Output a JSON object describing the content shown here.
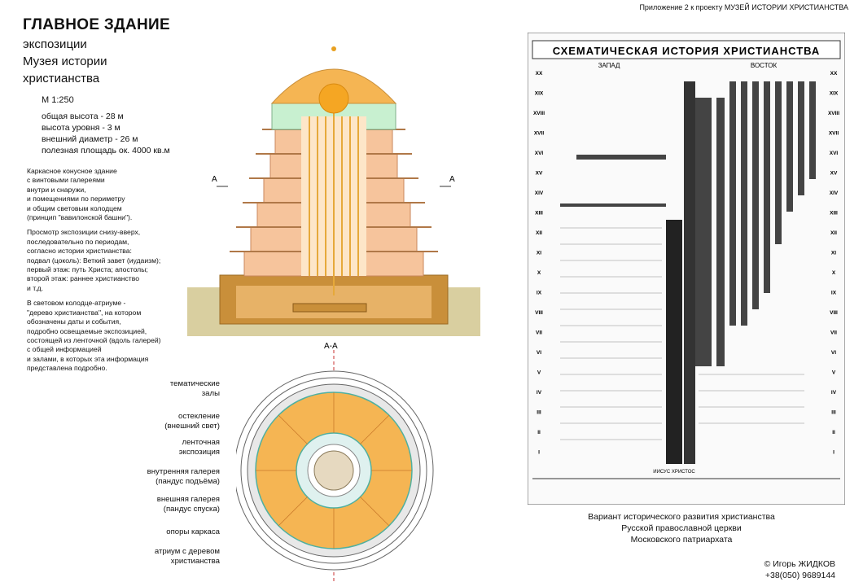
{
  "header": {
    "title": "ГЛАВНОЕ ЗДАНИЕ",
    "subtitle_lines": [
      "экспозиции",
      "Музея истории",
      "христианства"
    ]
  },
  "specs": {
    "scale": "М 1:250",
    "lines": [
      "общая высота - 28 м",
      "высота уровня - 3 м",
      "внешний диаметр - 26 м",
      "полезная площадь ок. 4000 кв.м"
    ]
  },
  "description": {
    "p1": [
      "Каркасное конусное здание",
      "с винтовыми галереями",
      "внутри и снаружи,",
      "и помещениями по периметру",
      "и общим световым колодцем",
      "(принцип \"вавилонской башни\")."
    ],
    "p2": [
      "Просмотр экспозиции снизу-вверх,",
      "последовательно по периодам,",
      "согласно истории христианства:",
      "подвал (цоколь): Веткий завет (иудаизм);",
      "первый этаж: путь Христа; апостолы;",
      "второй этаж: раннее христианство",
      "и т.д."
    ],
    "p3": [
      "В световом колодце-атриуме -",
      "\"дерево христианства\", на котором",
      "обозначены даты и события,",
      "подробно освещаемые экспозицией,",
      "состоящей из ленточной (вдоль галерей)",
      "с общей информацией",
      "и залами, в которых эта информация",
      "представлена подробно."
    ]
  },
  "top_right": "Приложение 2 к проекту МУЗЕЙ ИСТОРИИ ХРИСТИАНСТВА",
  "elevation": {
    "cut_mark_left": "A",
    "cut_mark_right": "A"
  },
  "section": {
    "title": "А-А",
    "labels": [
      [
        "тематические",
        "залы"
      ],
      [
        "остекление",
        "(внешний свет)"
      ],
      [
        "ленточная",
        "экспозиция"
      ],
      [
        "внутренняя галерея",
        "(пандус подъёма)"
      ],
      [
        "внешняя галерея",
        "(пандус спуска)"
      ],
      [
        "опоры каркаса"
      ],
      [
        "атриум с деревом",
        "христианства"
      ]
    ]
  },
  "poster": {
    "title": "СХЕМАТИЧЕСКАЯ ИСТОРИЯ ХРИСТИАНСТВА",
    "west": "ЗАПАД",
    "east": "ВОСТОК",
    "bottom": "ИИСУС ХРИСТОС",
    "centuries": [
      "XX",
      "XIX",
      "XVIII",
      "XVII",
      "XVI",
      "XV",
      "XIV",
      "XIII",
      "XII",
      "XI",
      "X",
      "IX",
      "VIII",
      "VII",
      "VI",
      "V",
      "IV",
      "III",
      "II",
      "I"
    ]
  },
  "caption": [
    "Вариант исторического развития христианства",
    "Русской православной церкви",
    "Московского патриархата"
  ],
  "copyright": [
    "© Игорь ЖИДКОВ",
    "+38(050) 9689144"
  ],
  "colors": {
    "orange": "#f5b553",
    "peach": "#f6c49c",
    "ground": "#d9cfa0",
    "glass": "#c8f0d0",
    "brown": "#c98f3a"
  }
}
